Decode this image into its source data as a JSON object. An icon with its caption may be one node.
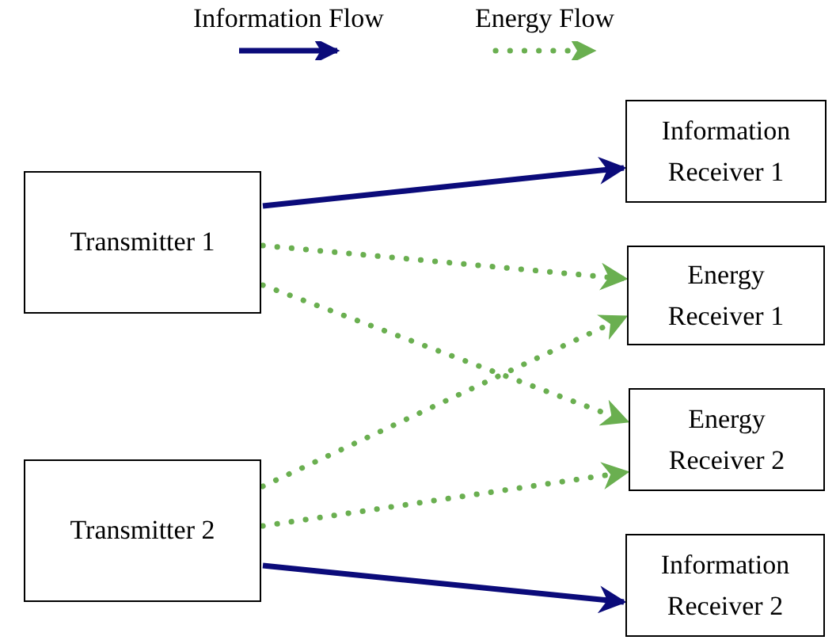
{
  "diagram": {
    "nodes": [
      {
        "text": [
          "Transmitter 1"
        ]
      },
      {
        "text": [
          "Transmitter 2"
        ]
      },
      {
        "text": [
          "Information Receiver 1"
        ]
      },
      {
        "text": [
          "Energy Receiver 1"
        ]
      },
      {
        "text": [
          "Energy Receiver 2"
        ]
      },
      {
        "text": [
          "Information Receiver 2"
        ]
      }
    ],
    "edges": [
      {
        "from": 0,
        "to": 2,
        "arrow": "to",
        "color": "#0b0b7a"
      },
      {
        "from": 0,
        "to": 3,
        "arrow": "to",
        "style": "dashed",
        "color": "#6aaf50"
      },
      {
        "from": 0,
        "to": 4,
        "arrow": "to",
        "style": "dashed",
        "color": "#6aaf50"
      },
      {
        "from": 1,
        "to": 3,
        "arrow": "to",
        "style": "dashed",
        "color": "#6aaf50"
      },
      {
        "from": 1,
        "to": 4,
        "arrow": "to",
        "style": "dashed",
        "color": "#6aaf50"
      },
      {
        "from": 1,
        "to": 5,
        "arrow": "to",
        "color": "#0b0b7a"
      }
    ],
    "legend": [
      {
        "text": "Information Flow"
      },
      {
        "text": "Energy Flow"
      }
    ]
  }
}
